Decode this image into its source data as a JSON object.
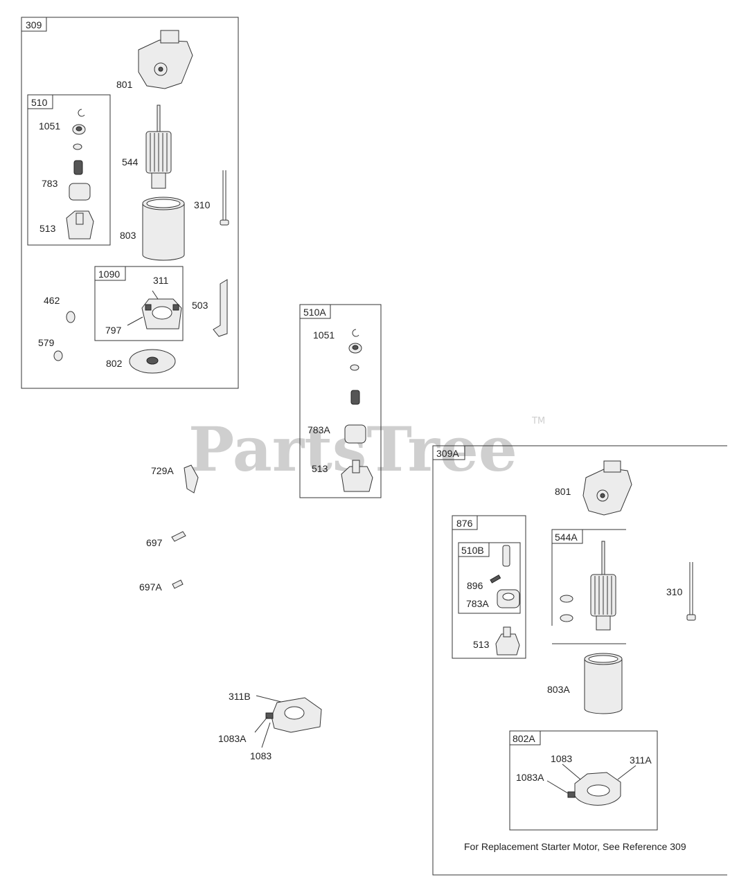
{
  "watermark": {
    "text": "PartsTree",
    "trademark": "TM"
  },
  "groups": {
    "g309": "309",
    "g510": "510",
    "g1090": "1090",
    "g510A": "510A",
    "g309A": "309A",
    "g876": "876",
    "g510B": "510B",
    "g544A": "544A",
    "g802A": "802A"
  },
  "labels": {
    "p801": "801",
    "p1051": "1051",
    "p783": "783",
    "p513": "513",
    "p544": "544",
    "p803": "803",
    "p310": "310",
    "p311": "311",
    "p462": "462",
    "p797": "797",
    "p503": "503",
    "p579": "579",
    "p802": "802",
    "a1051": "1051",
    "a783A": "783A",
    "a513": "513",
    "p729A": "729A",
    "p697": "697",
    "p697A": "697A",
    "p311B": "311B",
    "p1083A": "1083A",
    "p1083": "1083",
    "b801": "801",
    "b896": "896",
    "b783A": "783A",
    "b513": "513",
    "b310": "310",
    "b803A": "803A",
    "b1083": "1083",
    "b311A": "311A",
    "b1083A": "1083A"
  },
  "note": "For Replacement Starter Motor, See Reference 309"
}
